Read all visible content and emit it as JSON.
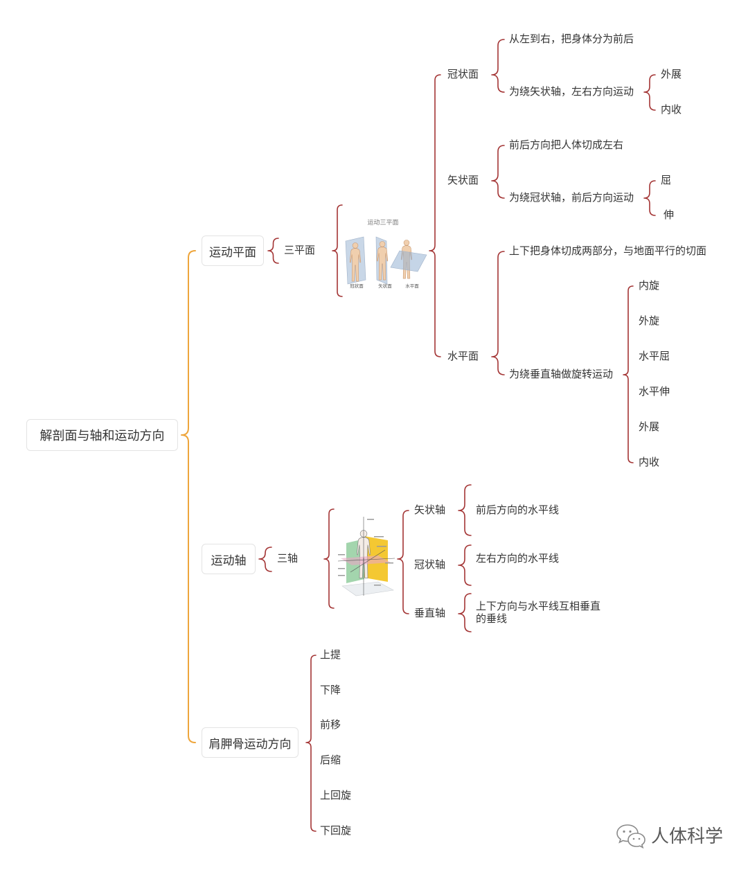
{
  "root": {
    "label": "解剖面与轴和运动方向"
  },
  "planes": {
    "label": "运动平面",
    "group": "三平面",
    "figure": {
      "title": "运动三平面",
      "labels": [
        "冠状面",
        "矢状面",
        "水平面"
      ]
    },
    "items": [
      {
        "label": "冠状面",
        "children": [
          {
            "label": "从左到右，把身体分为前后"
          },
          {
            "label": "为绕矢状轴，左右方向运动",
            "children": [
              "外展",
              "内收"
            ]
          }
        ]
      },
      {
        "label": "矢状面",
        "children": [
          {
            "label": "前后方向把人体切成左右"
          },
          {
            "label": "为绕冠状轴，前后方向运动",
            "children": [
              "屈",
              "伸"
            ]
          }
        ]
      },
      {
        "label": "水平面",
        "children": [
          {
            "label": "上下把身体切成两部分，与地面平行的切面"
          },
          {
            "label": "为绕垂直轴做旋转运动",
            "children": [
              "内旋",
              "外旋",
              "水平屈",
              "水平伸",
              "外展",
              "内收"
            ]
          }
        ]
      }
    ]
  },
  "axes": {
    "label": "运动轴",
    "group": "三轴",
    "items": [
      {
        "label": "矢状轴",
        "desc": "前后方向的水平线"
      },
      {
        "label": "冠状轴",
        "desc": "左右方向的水平线"
      },
      {
        "label": "垂直轴",
        "desc": "上下方向与水平线互相垂直的垂线"
      }
    ]
  },
  "scapula": {
    "label": "肩胛骨运动方向",
    "items": [
      "上提",
      "下降",
      "前移",
      "后缩",
      "上回旋",
      "下回旋"
    ]
  },
  "watermark": {
    "icon": "wechat-icon",
    "text": "人体科学"
  },
  "colors": {
    "root_brace": "#eea53b",
    "branch_brace": "#a33434",
    "node_border": "#e3e3e3",
    "text": "#333333"
  }
}
